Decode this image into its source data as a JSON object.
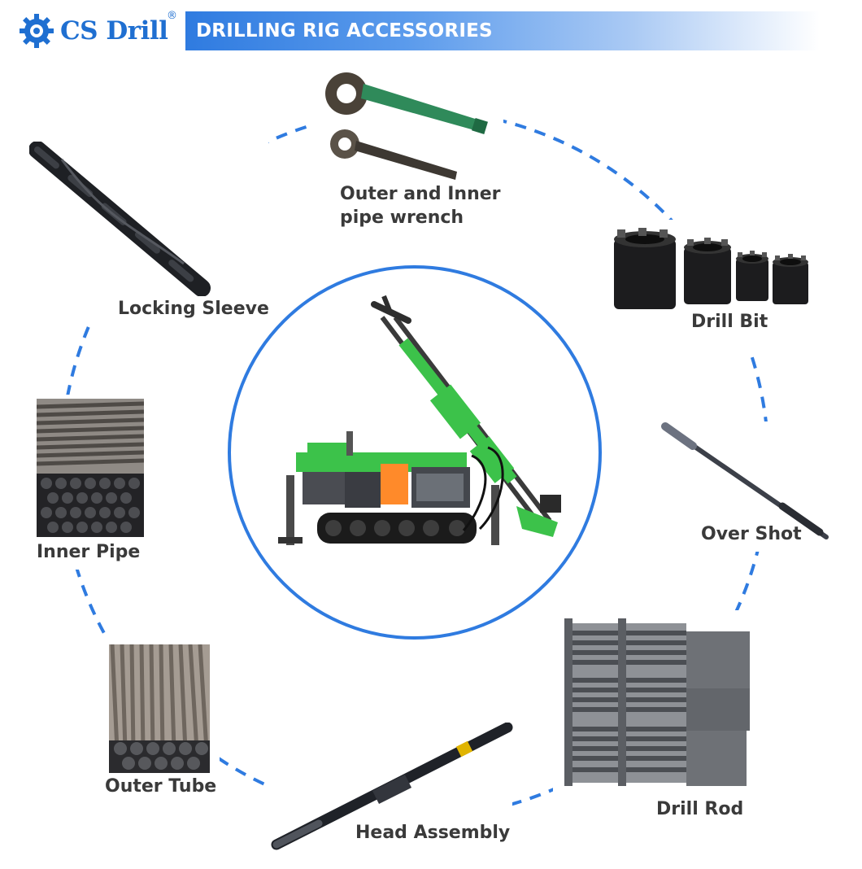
{
  "brand": {
    "name": "CS Drill",
    "registered": "®"
  },
  "header": {
    "title": "DRILLING RIG ACCESSORIES"
  },
  "accessories": [
    {
      "label_lines": [
        "Outer and Inner",
        "pipe wrench"
      ]
    },
    {
      "label": "Drill Bit"
    },
    {
      "label": "Over Shot"
    },
    {
      "label": "Drill Rod"
    },
    {
      "label": "Head Assembly"
    },
    {
      "label": "Outer Tube"
    },
    {
      "label": "Inner Pipe"
    },
    {
      "label": "Locking Sleeve"
    }
  ],
  "colors": {
    "accent": "#2f7be0",
    "rig_green": "#3cc24a",
    "label": "#3a3a3a"
  }
}
